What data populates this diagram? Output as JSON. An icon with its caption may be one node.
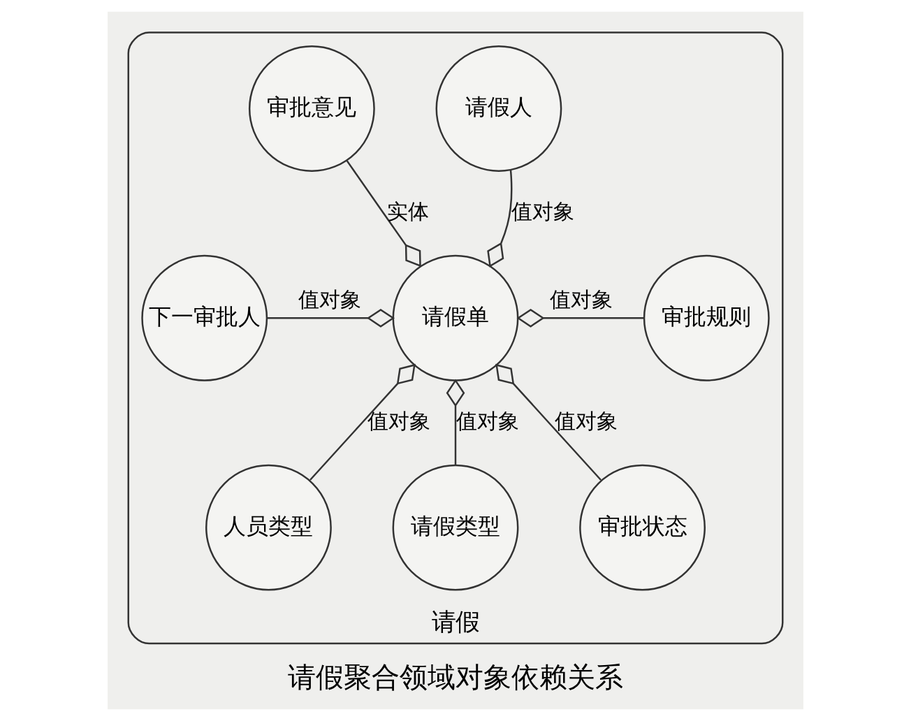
{
  "diagram": {
    "caption": "请假聚合领域对象依赖关系",
    "nodes": [
      {
        "text": [
          "请假"
        ]
      },
      {
        "text": [
          "请假人"
        ],
        "in": 0
      },
      {
        "text": [
          "审批意见"
        ],
        "in": 0
      },
      {
        "text": [
          "下一审批人"
        ],
        "in": 0
      },
      {
        "text": [
          "请假单"
        ],
        "in": 0
      },
      {
        "text": [
          "审批规则"
        ],
        "in": 0
      },
      {
        "text": [
          "人员类型"
        ],
        "in": 0
      },
      {
        "text": [
          "请假类型"
        ],
        "in": 0
      },
      {
        "text": [
          "审批状态"
        ],
        "in": 0
      }
    ],
    "edges": [
      {
        "from": 4,
        "to": 1,
        "arrow": "other",
        "label": "值对象"
      },
      {
        "from": 4,
        "to": 2,
        "arrow": "other",
        "label": "实体"
      },
      {
        "from": 4,
        "to": 3,
        "arrow": "other",
        "label": "值对象"
      },
      {
        "from": 4,
        "to": 5,
        "arrow": "other",
        "label": "值对象"
      },
      {
        "from": 4,
        "to": 6,
        "arrow": "other",
        "label": "值对象"
      },
      {
        "from": 4,
        "to": 7,
        "arrow": "other",
        "label": "值对象"
      },
      {
        "from": 4,
        "to": 8,
        "arrow": "other",
        "label": "值对象"
      }
    ]
  }
}
